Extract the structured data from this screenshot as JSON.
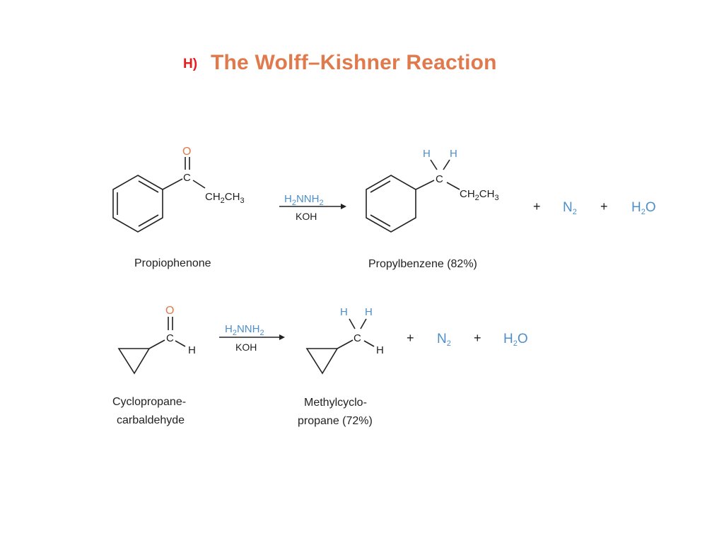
{
  "header": {
    "section_label": "H)",
    "title": "The Wolff–Kishner Reaction"
  },
  "colors": {
    "title": "#e07a4c",
    "label": "#e81c1c",
    "hydrogen": "#4f8fc9",
    "oxygen": "#e07a4c"
  },
  "atoms": {
    "carbon": "C",
    "oxygen": "O",
    "hydrogen": "H"
  },
  "reagents": {
    "hydrazine_main": "H",
    "hydrazine_sub1": "2",
    "hydrazine_mid": "NNH",
    "hydrazine_sub2": "2",
    "base": "KOH"
  },
  "groups": {
    "ethyl_ch": "CH",
    "ethyl_sub1": "2",
    "ethyl_ch3": "CH",
    "ethyl_sub2": "3"
  },
  "byproducts": {
    "plus": "+",
    "n2_main": "N",
    "n2_sub": "2",
    "h2o_main": "H",
    "h2o_sub": "2",
    "h2o_end": "O"
  },
  "compounds": {
    "reactant1": "Propiophenone",
    "product1": "Propylbenzene (82%)",
    "reactant2_line1": "Cyclopropane-",
    "reactant2_line2": "carbaldehyde",
    "product2_line1": "Methylcyclo-",
    "product2_line2": "propane (72%)"
  }
}
